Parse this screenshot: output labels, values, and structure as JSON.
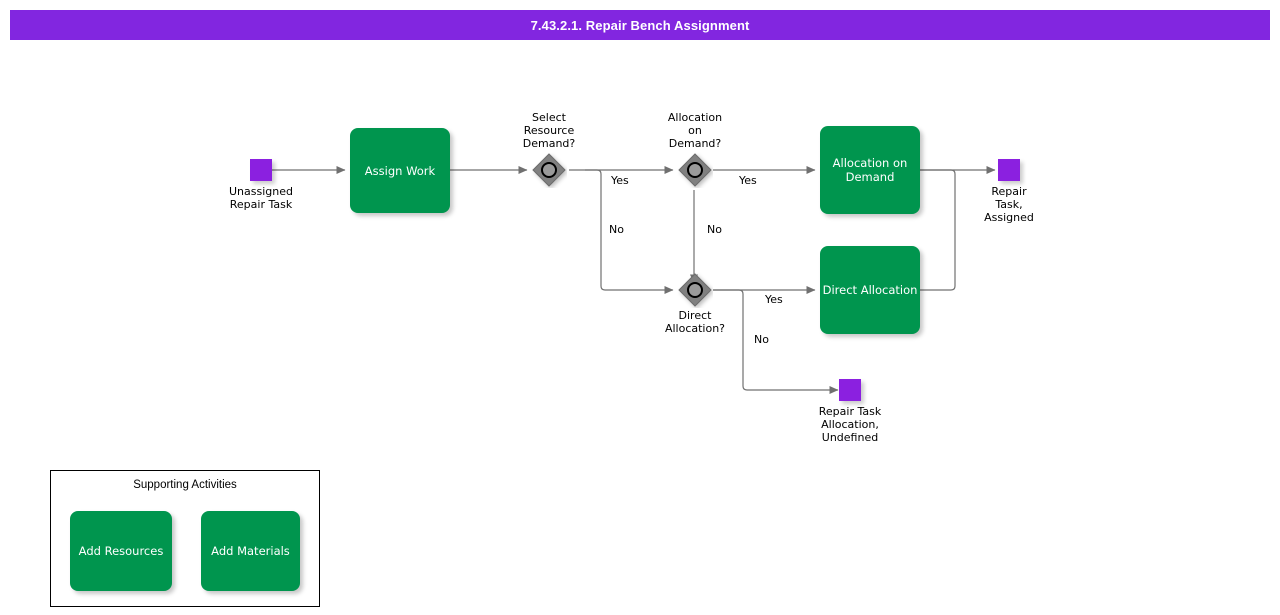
{
  "header": {
    "title": "7.43.2.1. Repair Bench Assignment",
    "bar_color": "#8226e0",
    "text_color": "#ffffff"
  },
  "theme": {
    "task_color": "#00954e",
    "event_color": "#8b20e0",
    "gateway_fill": "#808080",
    "connector_color": "#707070",
    "canvas": "#ffffff"
  },
  "diagram": {
    "type": "bpmn-process-flow",
    "start_events": [
      {
        "id": "start",
        "label": "Unassigned\nRepair Task",
        "icon": "event-square"
      }
    ],
    "tasks": [
      {
        "id": "assign_work",
        "label": "Assign Work"
      },
      {
        "id": "allocation_on_demand",
        "label": "Allocation on\nDemand"
      },
      {
        "id": "direct_allocation",
        "label": "Direct Allocation"
      }
    ],
    "gateways": [
      {
        "id": "gw_select_resource_demand",
        "label": "Select\nResource\nDemand?",
        "icon": "event-based-gateway"
      },
      {
        "id": "gw_allocation_on_demand",
        "label": "Allocation\non\nDemand?",
        "icon": "event-based-gateway"
      },
      {
        "id": "gw_direct_allocation",
        "label": "Direct\nAllocation?",
        "icon": "event-based-gateway"
      }
    ],
    "end_events": [
      {
        "id": "end_assigned",
        "label": "Repair\nTask,\nAssigned",
        "icon": "event-square"
      },
      {
        "id": "end_undefined",
        "label": "Repair Task\nAllocation,\nUndefined",
        "icon": "event-square"
      }
    ],
    "edge_labels": {
      "gw1_yes": "Yes",
      "gw1_no": "No",
      "gw2_yes": "Yes",
      "gw2_no": "No",
      "gw3_yes": "Yes",
      "gw3_no": "No"
    }
  },
  "supporting": {
    "title": "Supporting Activities",
    "items": [
      {
        "id": "add_resources",
        "label": "Add Resources"
      },
      {
        "id": "add_materials",
        "label": "Add Materials"
      }
    ]
  }
}
